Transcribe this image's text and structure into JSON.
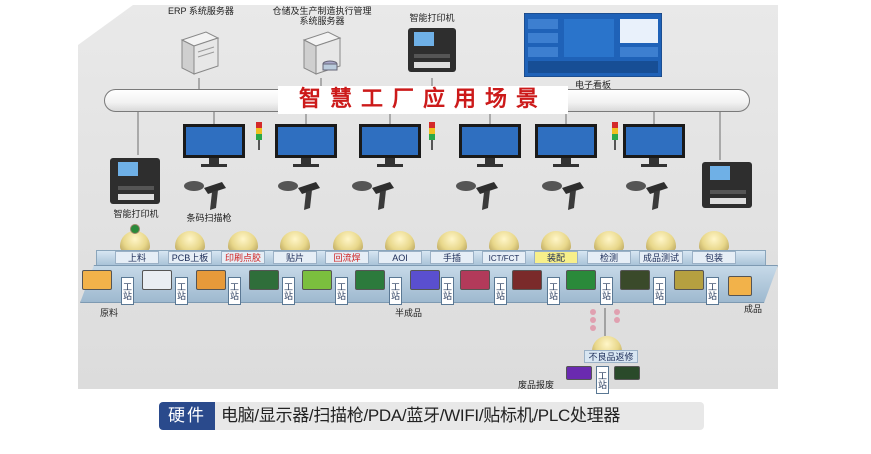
{
  "top": {
    "erp_label": "ERP\n系统服务器",
    "mes_label": "仓储及生产制造执行管理\n系统服务器",
    "printer_label": "智能打印机",
    "board_label": "电子看板"
  },
  "banner": {
    "title": "智慧工厂应用场景"
  },
  "left_printer_label": "智能打印机",
  "scanner_label": "条码扫描枪",
  "process_steps": [
    {
      "label": "上料",
      "style": "normal"
    },
    {
      "label": "PCB上板",
      "style": "normal"
    },
    {
      "label": "印刷点胶",
      "style": "red"
    },
    {
      "label": "贴片",
      "style": "normal"
    },
    {
      "label": "回流焊",
      "style": "red"
    },
    {
      "label": "AOI",
      "style": "normal"
    },
    {
      "label": "手插",
      "style": "normal"
    },
    {
      "label": "ICT/FCT",
      "style": "normal"
    },
    {
      "label": "装配",
      "style": "yellow"
    },
    {
      "label": "检测",
      "style": "normal"
    },
    {
      "label": "成品测试",
      "style": "normal"
    },
    {
      "label": "包装",
      "style": "normal"
    }
  ],
  "station_label": "工站",
  "flow_labels": {
    "raw_material": "原料",
    "semi_finished": "半成品",
    "finished": "成品",
    "defect_repair": "不良品返修",
    "scrap_report": "废品报废"
  },
  "footer": {
    "tag": "硬件",
    "text": "电脑/显示器/扫描枪/PDA/蓝牙/WIFI/贴标机/PLC处理器"
  },
  "colors": {
    "banner_title": "#cc1a1a",
    "footer_tag_bg": "#2a4a8c",
    "conveyor": "#a9c3d8"
  }
}
